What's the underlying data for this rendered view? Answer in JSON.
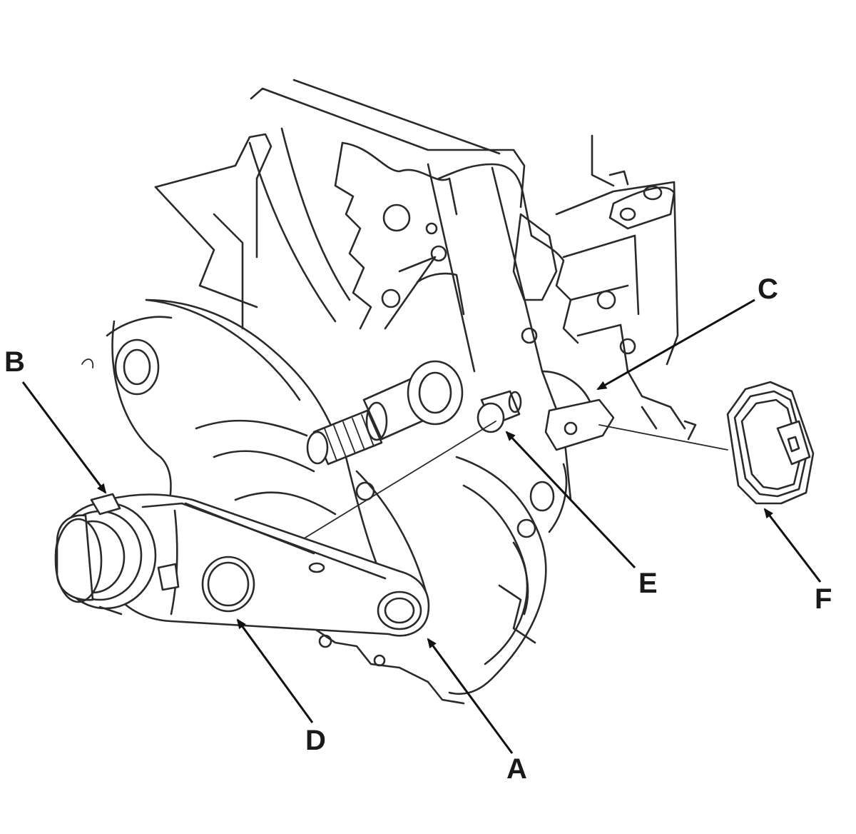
{
  "callouts": {
    "a": "A",
    "b": "B",
    "c": "C",
    "d": "D",
    "e": "E",
    "f": "F"
  },
  "colors": {
    "ink": "#2a2a2a",
    "background": "#ffffff"
  }
}
